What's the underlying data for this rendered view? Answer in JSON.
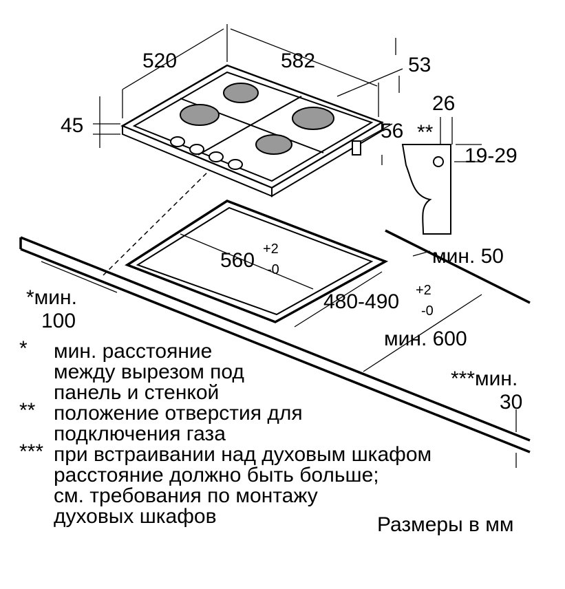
{
  "dimensions": {
    "depth": "520",
    "width": "582",
    "rear_offset": "53",
    "height": "45",
    "gas_offset_x": "26",
    "gas_marker": "**",
    "front_offset": "56",
    "gas_height": "19-29",
    "min_rear": "мин. 50",
    "cutout_width": "560",
    "cutout_width_tol_plus": "+2",
    "cutout_width_tol_minus": "-0",
    "cutout_depth": "480-490",
    "cutout_depth_tol_plus": "+2",
    "cutout_depth_tol_minus": "-0",
    "min_side_line1": "*мин.",
    "min_side_line2": "100",
    "min_counter": "мин. 600",
    "min_oven_line1": "***мин.",
    "min_oven_line2": "30"
  },
  "notes": [
    {
      "marker": "*",
      "lines": [
        "мин. расстояние",
        "между вырезом под",
        "панель и стенкой"
      ]
    },
    {
      "marker": "**",
      "lines": [
        "положение отверстия для",
        "подключения газа"
      ]
    },
    {
      "marker": "***",
      "lines": [
        "при встраивании над духовым шкафом",
        "расстояние должно быть больше;",
        "см. требования по монтажу",
        "духовых шкафов"
      ]
    }
  ],
  "units_label": "Размеры в мм"
}
